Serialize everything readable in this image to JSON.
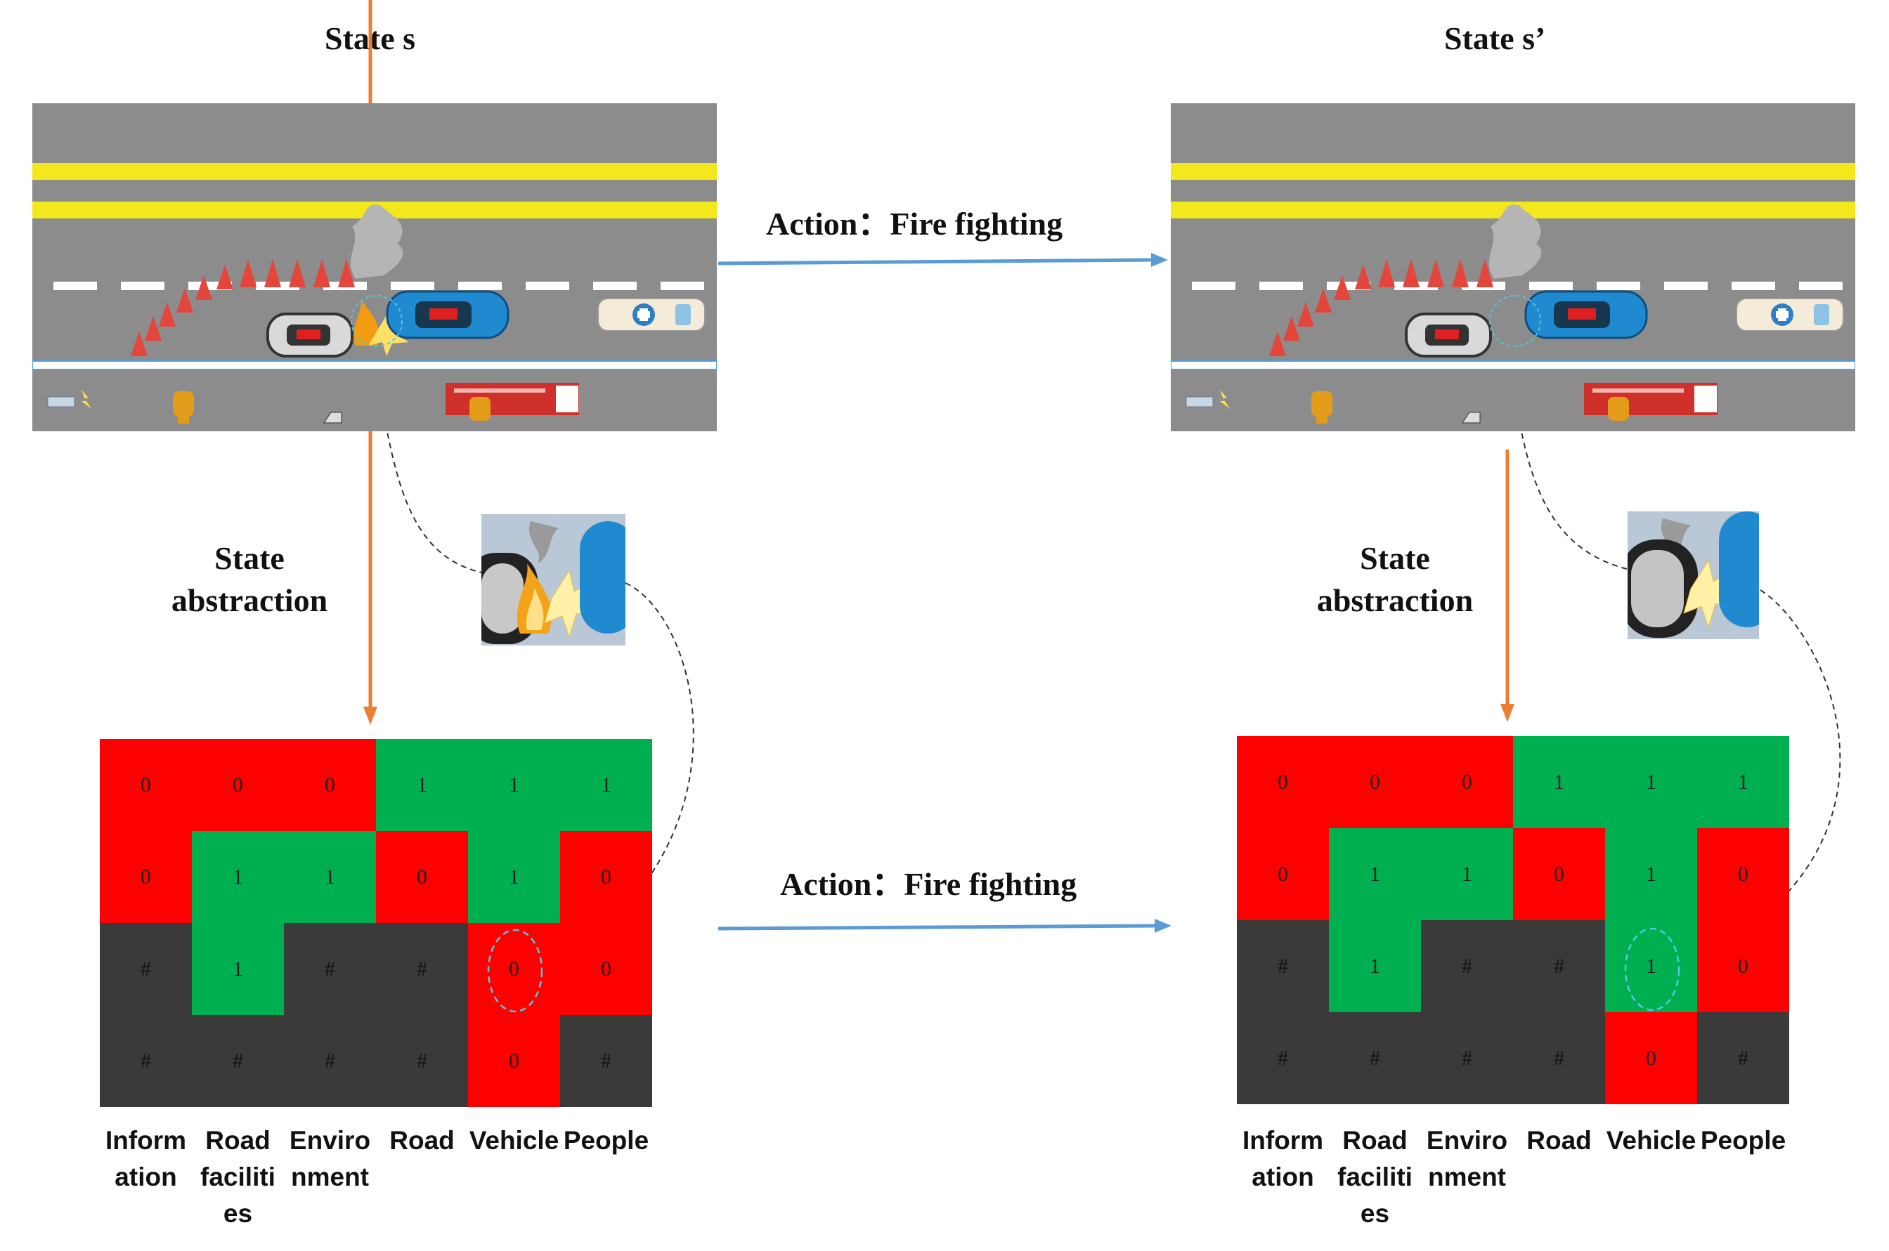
{
  "left": {
    "title": "State s",
    "abstraction_label": [
      "State",
      "abstraction"
    ],
    "grid": [
      [
        "0",
        "0",
        "0",
        "1",
        "1",
        "1"
      ],
      [
        "0",
        "1",
        "1",
        "0",
        "1",
        "0"
      ],
      [
        "#",
        "1",
        "#",
        "#",
        "0",
        "0"
      ],
      [
        "#",
        "#",
        "#",
        "#",
        "0",
        "#"
      ]
    ],
    "colors": [
      [
        "red",
        "red",
        "red",
        "green",
        "green",
        "green"
      ],
      [
        "red",
        "green",
        "green",
        "red",
        "green",
        "red"
      ],
      [
        "dark",
        "green",
        "dark",
        "dark",
        "red",
        "red"
      ],
      [
        "dark",
        "dark",
        "dark",
        "dark",
        "red",
        "dark"
      ]
    ]
  },
  "right": {
    "title": "State  s’",
    "abstraction_label": [
      "State",
      "abstraction"
    ],
    "grid": [
      [
        "0",
        "0",
        "0",
        "1",
        "1",
        "1"
      ],
      [
        "0",
        "1",
        "1",
        "0",
        "1",
        "0"
      ],
      [
        "#",
        "1",
        "#",
        "#",
        "1",
        "0"
      ],
      [
        "#",
        "#",
        "#",
        "#",
        "0",
        "#"
      ]
    ],
    "colors": [
      [
        "red",
        "red",
        "red",
        "green",
        "green",
        "green"
      ],
      [
        "red",
        "green",
        "green",
        "red",
        "green",
        "red"
      ],
      [
        "dark",
        "green",
        "dark",
        "dark",
        "green",
        "red"
      ],
      [
        "dark",
        "dark",
        "dark",
        "dark",
        "red",
        "dark"
      ]
    ]
  },
  "actions": {
    "top": "Action：Fire fighting",
    "bottom": "Action：Fire fighting"
  },
  "column_labels": [
    [
      "Inform",
      "ation"
    ],
    [
      "Road",
      "faciliti",
      "es"
    ],
    [
      "Enviro",
      "nment"
    ],
    [
      "Road"
    ],
    [
      "Vehicle"
    ],
    [
      "People"
    ]
  ],
  "palette": {
    "red": "#ff0000",
    "green": "#00b050",
    "dark": "#3a3a3a",
    "road": "#8a8a8a",
    "yellow_line": "#f2e81c",
    "arrow_blue": "#5b9bd5",
    "arrow_orange": "#ed7d31"
  }
}
